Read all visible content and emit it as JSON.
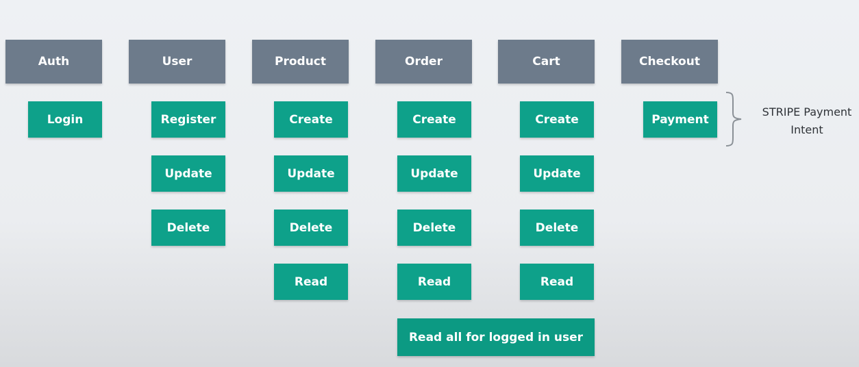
{
  "columns": [
    {
      "header": "Auth",
      "items": [
        "Login"
      ]
    },
    {
      "header": "User",
      "items": [
        "Register",
        "Update",
        "Delete"
      ]
    },
    {
      "header": "Product",
      "items": [
        "Create",
        "Update",
        "Delete",
        "Read"
      ]
    },
    {
      "header": "Order",
      "items": [
        "Create",
        "Update",
        "Delete",
        "Read"
      ],
      "extra": "Read all for logged in user"
    },
    {
      "header": "Cart",
      "items": [
        "Create",
        "Update",
        "Delete",
        "Read"
      ]
    },
    {
      "header": "Checkout",
      "items": [
        "Payment"
      ]
    }
  ],
  "note": {
    "line1": "STRIPE Payment",
    "line2": "Intent"
  },
  "colors": {
    "header": "#6d7b8b",
    "action": "#0ea18a",
    "background": "#eef1f4"
  },
  "icons": {
    "brace": "curly-brace-icon"
  }
}
